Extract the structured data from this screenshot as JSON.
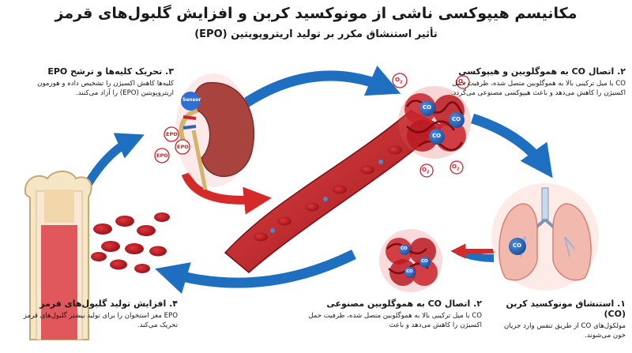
{
  "title": "مکانیسم هیپوکسی ناشی از مونوکسید کربن و افزایش گلبول‌های قرمز",
  "subtitle": "تأثیر استنشاق مکرر بر تولید اریتروپویتین (EPO)",
  "steps": [
    {
      "heading": "۳. تحریک کلیه‌ها و ترشح EPO",
      "body": "کلیه‌ها کاهش اکسیژن را تشخیص داده و هورمون اریتروپویتین (EPO) را آزاد می‌کنند."
    },
    {
      "heading": "۲. اتصال CO به هموگلوبین و هیپوکسی",
      "body": "CO با میل ترکیبی بالا به هموگلوبین متصل شده، ظرفیت حمل اکسیژن را کاهش می‌دهد و باعث هیپوکسی مصنوعی می‌گردد."
    },
    {
      "heading": "۴. افزایش تولید گلبول‌های قرمز",
      "body": "EPO مغز استخوان را برای تولید بیشتر گلبول‌های قرمز تحریک می‌کند."
    },
    {
      "heading": "۲. اتصال CO به هموگلوبین مصنوعی",
      "body": "CO با میل ترکیبی بالا به هموگلوبین متصل شده، ظرفیت حمل اکسیژن را کاهش می‌دهد و باعث"
    },
    {
      "heading": "۱. استنشاق مونوکسید کربن (CO)",
      "body": "مولکول‌های CO از طریق تنفس وارد جریان خون می‌شوند."
    }
  ],
  "labels": {
    "sensor": "Sensor",
    "epo": "EPO",
    "co": "CO",
    "o2": "O"
  },
  "colors": {
    "blue_arrow": "#1f6fc0",
    "red_arrow": "#d42a2a",
    "blood": "#b3161d",
    "lung": "#f2b9ae",
    "kidney": "#a8433d"
  }
}
